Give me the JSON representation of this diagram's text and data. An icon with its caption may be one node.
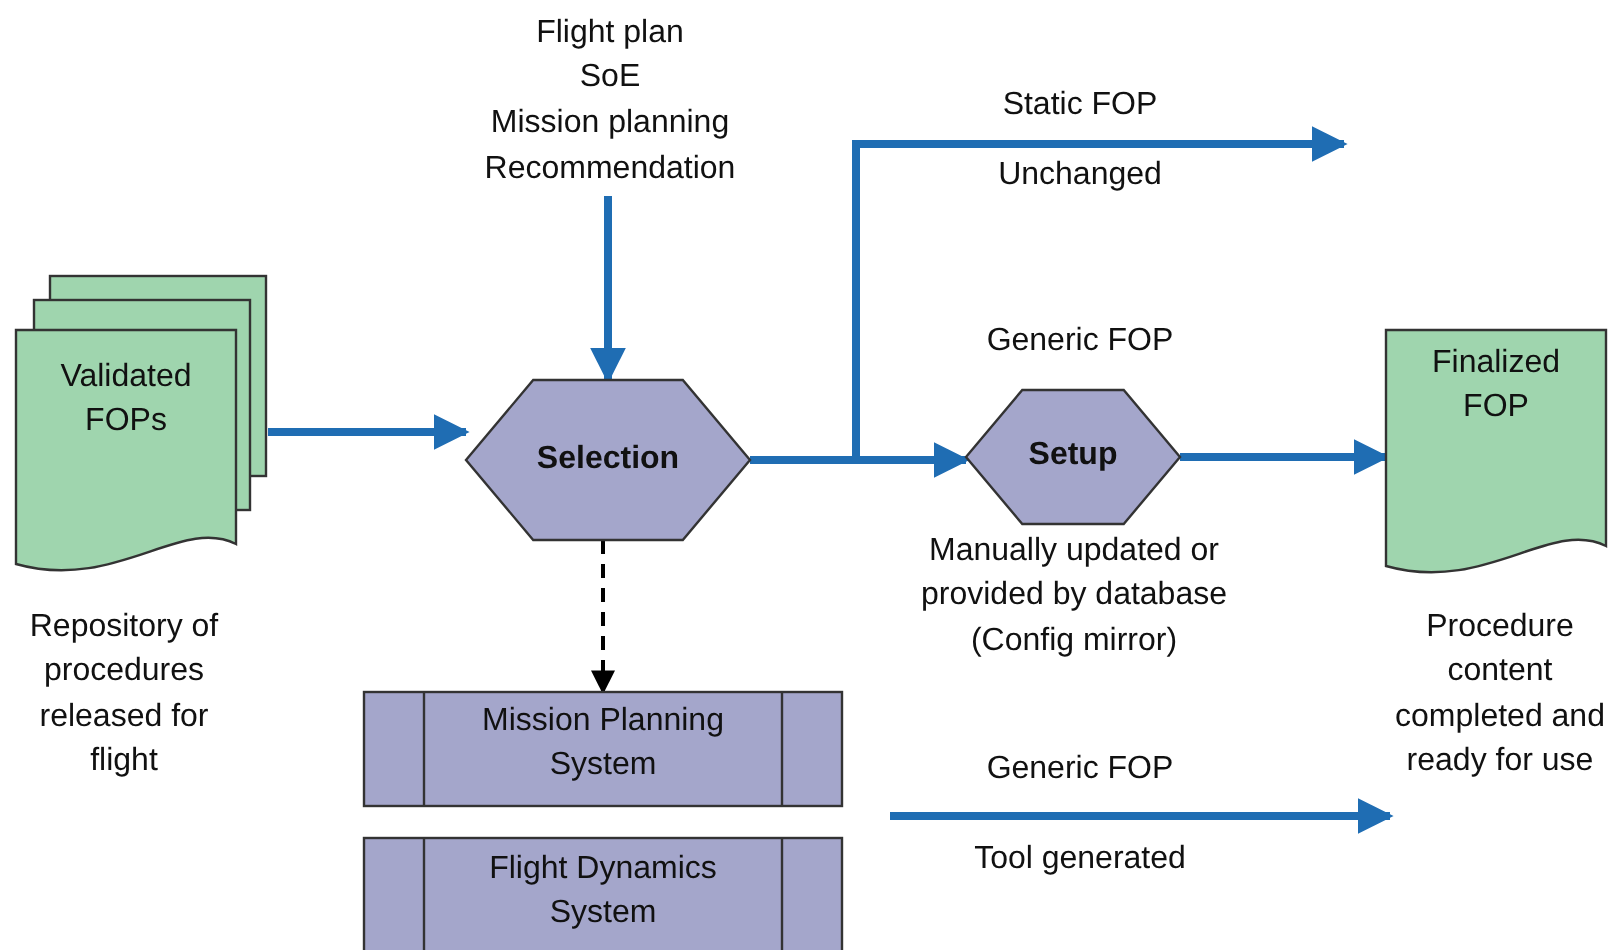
{
  "diagram": {
    "nodes": [
      {
        "text": [
          "Validated FOPs"
        ],
        "beside": [
          "Repository of procedures released for flight"
        ]
      },
      {
        "text": [
          "Flight plan",
          "SoE",
          "Mission planning",
          "Recommendation"
        ]
      },
      {
        "text": [
          "Selection"
        ]
      },
      {
        "text": [
          "Setup"
        ],
        "beside": [
          "Generic FOP",
          "Manually updated or provided by database (Config mirror)"
        ]
      },
      {
        "text": [
          "Finalized FOP"
        ],
        "beside": [
          "Procedure content completed and ready for use"
        ]
      },
      {
        "text": [
          "Mission Planning System"
        ]
      },
      {
        "text": [
          "Flight Dynamics System"
        ]
      }
    ],
    "edges": [
      {
        "from": 0,
        "to": 2,
        "arrow": "to"
      },
      {
        "from": 1,
        "to": 2,
        "arrow": "to"
      },
      {
        "from": 2,
        "to": 3,
        "arrow": "to"
      },
      {
        "from": 2,
        "to": null,
        "arrow": "to",
        "label": "Static FOP"
      },
      {
        "from": 3,
        "to": 4,
        "arrow": "to"
      },
      {
        "from": 2,
        "to": 5,
        "arrow": "to",
        "style": "dashed",
        "color": "#000000"
      }
    ],
    "labels": [
      "Unchanged",
      "Generic FOP",
      "Tool generated"
    ]
  }
}
